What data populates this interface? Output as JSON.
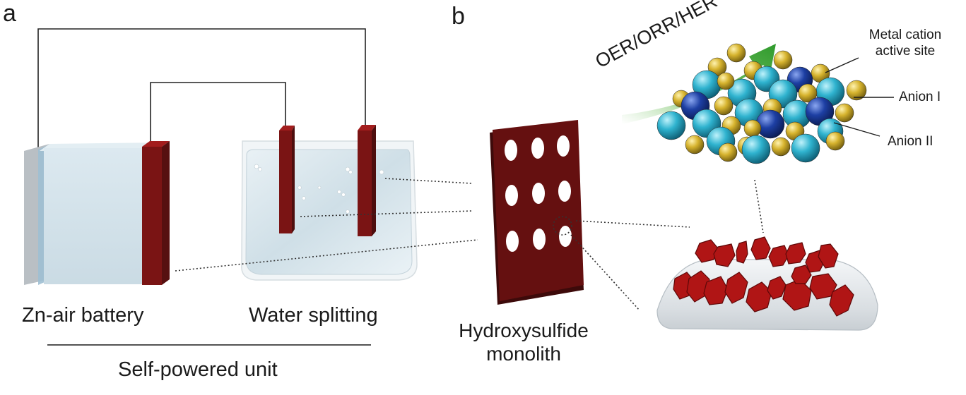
{
  "panels": {
    "a": "a",
    "b": "b"
  },
  "captions": {
    "battery": "Zn-air battery",
    "water": "Water splitting",
    "unit": "Self-powered unit",
    "monolith_line1": "Hydroxysulfide",
    "monolith_line2": "monolith"
  },
  "annotations": {
    "reaction": "OER/ORR/HER",
    "metal_line1": "Metal cation",
    "metal_line2": "active site",
    "anion1": "Anion I",
    "anion2": "Anion II"
  },
  "colors": {
    "electrode": "#7a1414",
    "metal_cation": "#c9a823",
    "anion_one": "#2fb3cf",
    "anion_two": "#1d3fa3",
    "arrow": "#3ea33a",
    "crystal": "#b01515"
  }
}
